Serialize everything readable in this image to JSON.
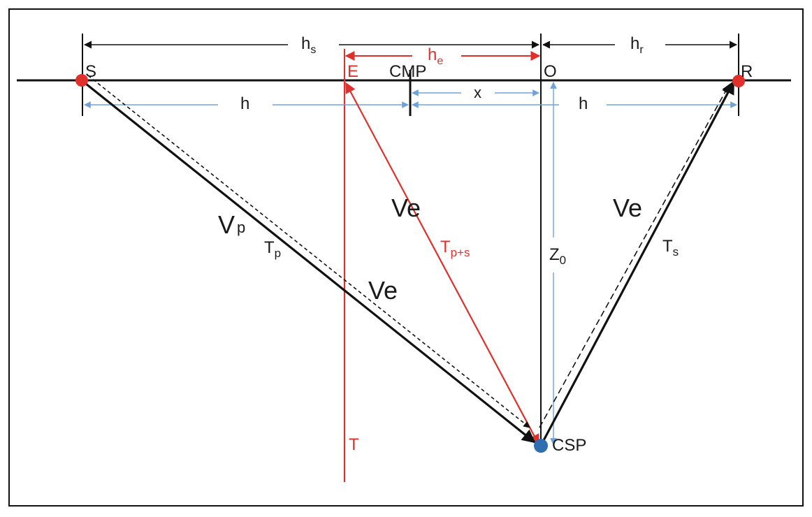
{
  "colors": {
    "black": "#111111",
    "red": "#e0302b",
    "blue": "#6fa3d8",
    "source_dot": "#e0302b",
    "csp_dot": "#2f6fb0",
    "frame": "#111111"
  },
  "labels": {
    "S": "S",
    "E": "E",
    "CMP": "CMP",
    "O": "O",
    "R": "R",
    "h_s_main": "h",
    "h_s_sub": "s",
    "h_e_main": "h",
    "h_e_sub": "e",
    "h_r_main": "h",
    "h_r_sub": "r",
    "h_left": "h",
    "h_right": "h",
    "x": "x",
    "Vp_main": "V",
    "Vp_sub": "p",
    "Tp_main": "T",
    "Tp_sub": "p",
    "Ve_left": "Ve",
    "Ve_mid": "Ve",
    "Ve_right": "Ve",
    "Tps_main": "T",
    "Tps_sub": "p+s",
    "Z0_main": "Z",
    "Z0_sub": "0",
    "Ts_main": "T",
    "Ts_sub": "s",
    "T": "T",
    "CSP": "CSP"
  }
}
